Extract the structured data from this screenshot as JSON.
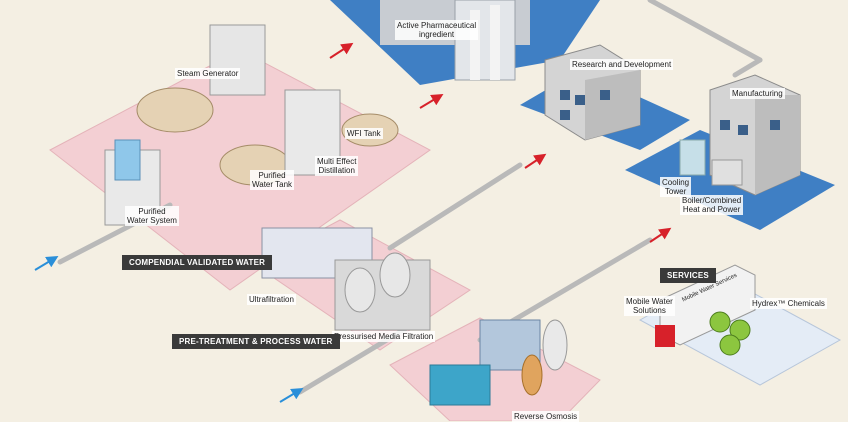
{
  "labels": {
    "api": "Active Pharmaceutical\ningredient",
    "research": "Research and Development",
    "manufacturing": "Manufacturing",
    "steam_generator": "Steam Generator",
    "wfi_tank": "WFI Tank",
    "purified_water_tank": "Purified\nWater Tank",
    "multi_effect_distillation": "Multi Effect\nDistillation",
    "purified_water_system": "Purified\nWater System",
    "cooling_tower": "Cooling\nTower",
    "boiler": "Boiler/Combined\nHeat and Power",
    "ultrafiltration": "Ultrafiltration",
    "pressurised_media_filtration": "Pressurised Media Filtration",
    "reverse_osmosis": "Reverse Osmosis",
    "mobile_water": "Mobile Water\nSolutions",
    "hydrex": "Hydrex™ Chemicals",
    "truck_text": "Mobile Water Services"
  },
  "tags": {
    "compendial": "COMPENDIAL VALIDATED WATER",
    "pretreatment": "PRE-TREATMENT & PROCESS WATER",
    "services": "SERVICES"
  },
  "colors": {
    "background": "#f4efe3",
    "pink_zone": "#f3cfd3",
    "blue_zone": "#3f7fc4",
    "arrow_red": "#d7212a",
    "arrow_blue": "#2a8fd9",
    "pipe": "#b9b9b9",
    "tag_bg": "#3a3a3a"
  }
}
